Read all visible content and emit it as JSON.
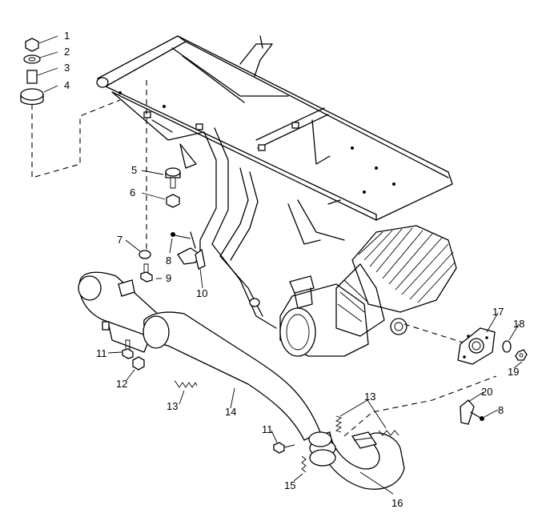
{
  "callouts": [
    "1",
    "2",
    "3",
    "4",
    "5",
    "6",
    "7",
    "8",
    "9",
    "10",
    "11",
    "12",
    "13",
    "14",
    "15",
    "16",
    "17",
    "18",
    "19",
    "20",
    "8",
    "13",
    "11"
  ],
  "parts": {
    "frame": "frame",
    "engine": "engine",
    "muffler": "muffler",
    "exhaust_pipe": "exhaust-pipe",
    "flange": "flange"
  }
}
